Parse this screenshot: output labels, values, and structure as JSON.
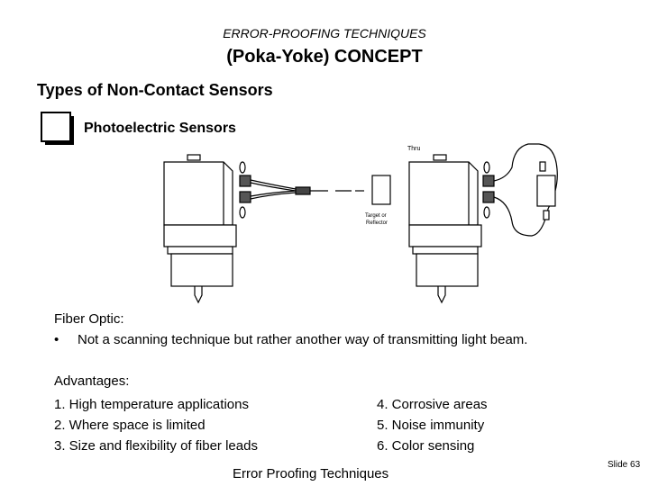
{
  "header": {
    "subtitle": "ERROR-PROOFING TECHNIQUES",
    "title": "(Poka-Yoke) CONCEPT"
  },
  "section": {
    "heading": "Types of Non-Contact Sensors",
    "subheading": "Photoelectric Sensors"
  },
  "diagram": {
    "thru_label": "Thru",
    "target_label_line1": "Target or",
    "target_label_line2": "Reflector"
  },
  "fiber": {
    "heading": "Fiber Optic:",
    "bullet_symbol": "•",
    "bullet": "Not a scanning technique but rather another way of transmitting light beam."
  },
  "advantages": {
    "heading": "Advantages:",
    "left": [
      "1.  High temperature applications",
      "2.  Where space is limited",
      "3. Size and flexibility of fiber leads"
    ],
    "right": [
      "4.  Corrosive areas",
      "5.  Noise immunity",
      "6.  Color sensing"
    ]
  },
  "footer": {
    "text": "Error Proofing Techniques",
    "slide": "Slide  63"
  }
}
